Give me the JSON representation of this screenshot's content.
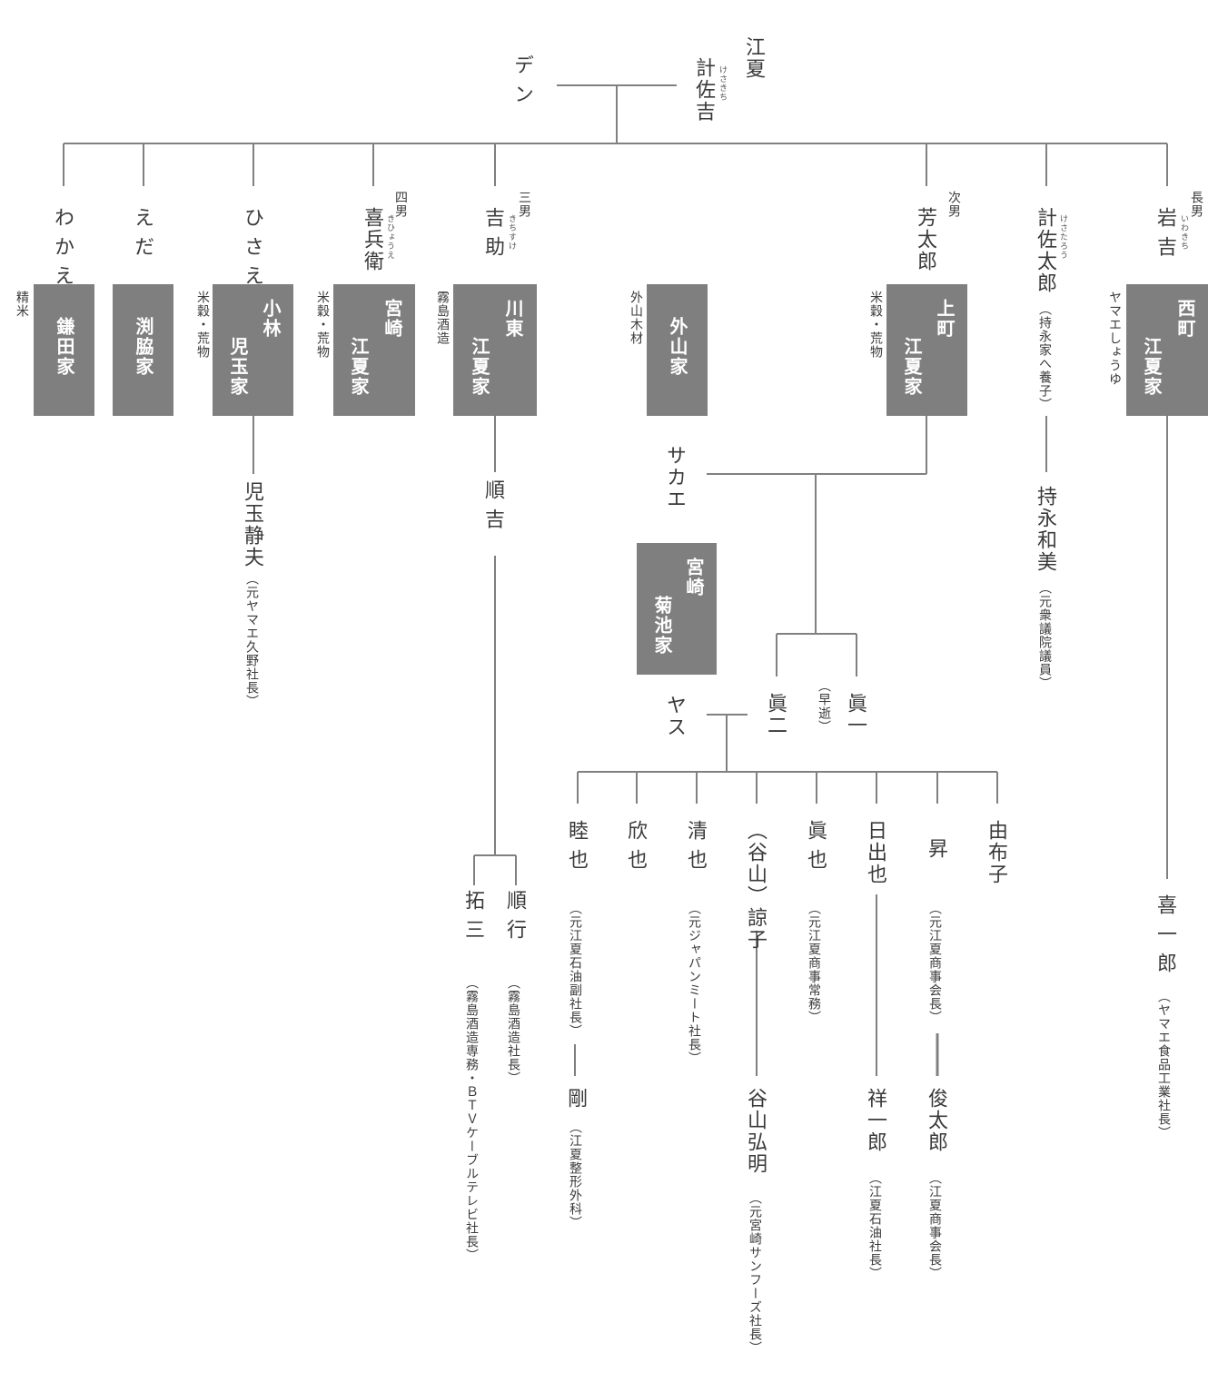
{
  "root": {
    "father_family": "江夏",
    "father_name": "計佐吉",
    "father_ruby": "けさきち",
    "mother": "デン"
  },
  "children": {
    "wakae": "わかえ",
    "eda": "えだ",
    "hisae": "ひさえ",
    "kihei": {
      "rank": "四男",
      "name": "喜兵衛",
      "ruby": "きひょうえ"
    },
    "kichisuke": {
      "rank": "三男",
      "name": "吉助",
      "ruby": "きちすけ"
    },
    "yoshitaro": {
      "rank": "次男",
      "name": "芳太郎"
    },
    "kesataro": {
      "name": "計佐太郎",
      "ruby": "けさたろう",
      "note": "（持永家へ養子）"
    },
    "iwakichi": {
      "rank": "長男",
      "name": "岩吉",
      "ruby": "いわきち"
    }
  },
  "houses": {
    "kamata": {
      "label": "鎌田家",
      "trade": "精米"
    },
    "fuchiwaki": {
      "label": "渕脇家"
    },
    "kobayashi": {
      "line1": "小林",
      "line2": "児玉家",
      "trade": "米穀・荒物"
    },
    "miyazaki_enatsu": {
      "line1": "宮崎",
      "line2": "江夏家",
      "trade": "米穀・荒物"
    },
    "sendai_enatsu": {
      "line1": "川東",
      "line2": "江夏家",
      "trade": "霧島酒造"
    },
    "tonoyama": {
      "label": "外山家",
      "trade": "外山木材"
    },
    "kamimachi_enatsu": {
      "line1": "上町",
      "line2": "江夏家",
      "trade": "米穀・荒物"
    },
    "nishimachi_enatsu": {
      "line1": "西町",
      "line2": "江夏家",
      "trade": "ヤマエしょうゆ"
    },
    "kikuchi": {
      "line1": "宮崎",
      "line2": "菊池家"
    }
  },
  "people": {
    "kodama_shizuo": {
      "name": "児玉静夫",
      "note": "（元ヤマエ久野社長）"
    },
    "junkichi": "順吉",
    "sakae": "サカエ",
    "mochinaga_kazumi": {
      "name": "持永和美",
      "note": "（元衆議院議員）"
    },
    "shinji": "眞二",
    "shinichi": {
      "name": "眞一",
      "note": "（早逝）"
    },
    "yasu": "ヤス",
    "takuzo": {
      "name": "拓三",
      "note": "（霧島酒造専務・ＢＴＶケーブルテレビ社長）"
    },
    "junko": {
      "name": "順行",
      "note": "（霧島酒造社長）"
    },
    "mutsuya": {
      "name": "睦也",
      "note": "（元江夏石油副社長）"
    },
    "kinya": "欣也",
    "seiya": {
      "name": "清也",
      "note": "（元ジャパンミート社長）"
    },
    "ryoko": "（谷山）諒子",
    "shinya": {
      "name": "眞也",
      "note": "（元江夏商事常務）"
    },
    "hideya": "日出也",
    "noboru": {
      "name": "昇",
      "note": "（元江夏商事会長）"
    },
    "yuko": "由布子",
    "tsuyoshi": {
      "name": "剛",
      "note": "（江夏整形外科）"
    },
    "taniyama_hiroaki": {
      "name": "谷山弘明",
      "note": "（元宮崎サンフーズ社長）"
    },
    "shoichiro": {
      "name": "祥一郎",
      "note": "（江夏石油社長）"
    },
    "shuntaro": {
      "name": "俊太郎",
      "note": "（江夏商事会長）"
    },
    "kiichiro": {
      "name": "喜一郎",
      "note": "（ヤマエ食品工業社長）"
    }
  }
}
